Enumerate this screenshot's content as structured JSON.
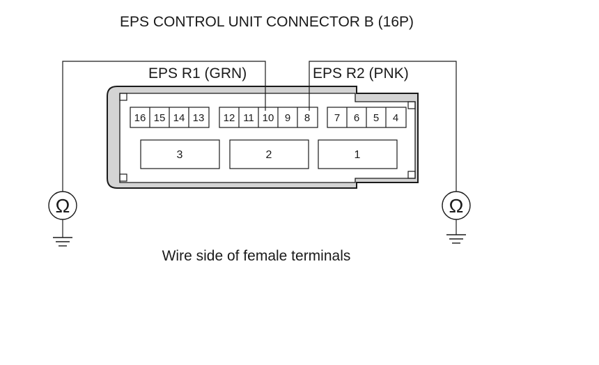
{
  "title": "EPS CONTROL UNIT CONNECTOR B (16P)",
  "wire_r1_label": "EPS R1 (GRN)",
  "wire_r2_label": "EPS R2 (PNK)",
  "caption": "Wire side of female terminals",
  "pin_groups": [
    [
      "16",
      "15",
      "14",
      "13"
    ],
    [
      "12",
      "11",
      "10",
      "9",
      "8"
    ],
    [
      "7",
      "6",
      "5",
      "4"
    ]
  ],
  "large_terminals": [
    "3",
    "2",
    "1"
  ],
  "meter_symbol": "Ω",
  "icons": {
    "left_meter": "ohmmeter-icon",
    "right_meter": "ohmmeter-icon",
    "left_ground": "ground-icon",
    "right_ground": "ground-icon"
  },
  "colors": {
    "line": "#1a1a1a",
    "shell": "#d4d4d4",
    "background": "#ffffff"
  }
}
